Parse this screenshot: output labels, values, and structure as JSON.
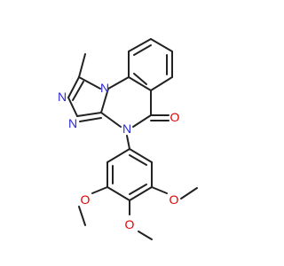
{
  "molecule": {
    "colors": {
      "bond": "#222222",
      "nitrogen": "#2B2BD9",
      "oxygen": "#E00000",
      "background": "#FFFFFF"
    },
    "atoms": {
      "n_triazole_top": "N",
      "n_triazole_bottom": "N",
      "n_ring_fusion": "N",
      "n_lactam": "N",
      "o_carbonyl": "O",
      "o_methoxy_left": "O",
      "o_methoxy_para": "O",
      "o_methoxy_right": "O"
    }
  }
}
